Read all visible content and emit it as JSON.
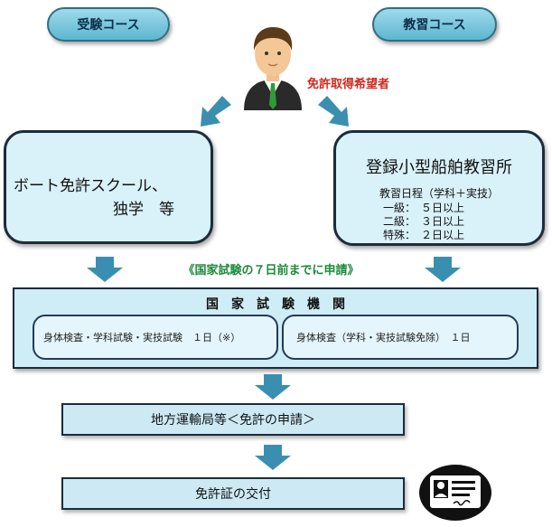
{
  "top": {
    "exam_course": "受験コース",
    "training_course": "教習コース",
    "applicant_label": "免許取得希望者"
  },
  "left_box": {
    "line1": "ボート免許スクール、",
    "line2": "独学　等"
  },
  "right_box": {
    "title": "登録小型船舶教習所",
    "schedule_header": "教習日程（学科＋実技）",
    "rows": [
      "一級：　５日以上",
      "二級：　３日以上",
      "特殊：　２日以上"
    ]
  },
  "notice": "《国家試験の７日前までに申請》",
  "national_exam": {
    "title": "国　家　試　験　機　関",
    "left_item": "身体検査・学科試験・実技試験　１日（※）",
    "right_item": "身体検査（学科・実技試験免除）　１日"
  },
  "step_transport": "地方運輸局等＜免許の申請＞",
  "step_issue": "免許証の交付",
  "colors": {
    "box_fill": "#d9f1f8",
    "pill_fill": "#5cb6cf",
    "arrow": "#3a8fb0",
    "notice_text": "#1a8a3a",
    "applicant_text": "#d0281e"
  },
  "icons": [
    "person-icon",
    "license-card-icon",
    "arrow-down-icon"
  ]
}
